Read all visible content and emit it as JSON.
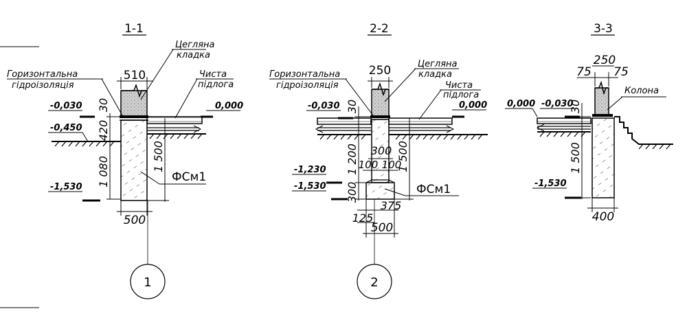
{
  "sections": [
    {
      "title": "1-1",
      "annotations": {
        "hydro": [
          "Горизонтальна",
          "гідроізоляція"
        ],
        "brick": [
          "Цегляна",
          "кладка"
        ],
        "floor": [
          "Чиста",
          "підлога"
        ]
      },
      "levels": [
        "-0,030",
        "0,000",
        "-0,450",
        "-1,530"
      ],
      "dims": {
        "top": "510",
        "h30": "30",
        "h420": "420",
        "h1080": "1 080",
        "h1500": "1 500",
        "bottom": "500"
      },
      "block": "ФСм1",
      "axis": "1"
    },
    {
      "title": "2-2",
      "annotations": {
        "hydro": [
          "Горизонтальна",
          "гідроізоляція"
        ],
        "brick": [
          "Цегляна",
          "кладка"
        ],
        "floor": [
          "Чиста",
          "підлога"
        ]
      },
      "levels": [
        "-0,030",
        "0,000",
        "-1,230",
        "-1,530"
      ],
      "dims": {
        "top": "250",
        "h30": "30",
        "h1200": "1 200",
        "h1500": "1 500",
        "h300": "300",
        "w300": "300",
        "w100a": "100",
        "w100b": "100",
        "w375": "375",
        "w125": "125",
        "bottom": "500"
      },
      "block": "ФСм1",
      "axis": "2"
    },
    {
      "title": "3-3",
      "annotations": {
        "column": "Колона"
      },
      "levels": [
        "0,000",
        "-0,030",
        "-1,530"
      ],
      "dims": {
        "top": "250",
        "left75": "75",
        "right75": "75",
        "h30": "30",
        "h1500": "1 500",
        "bottom": "400"
      }
    }
  ]
}
